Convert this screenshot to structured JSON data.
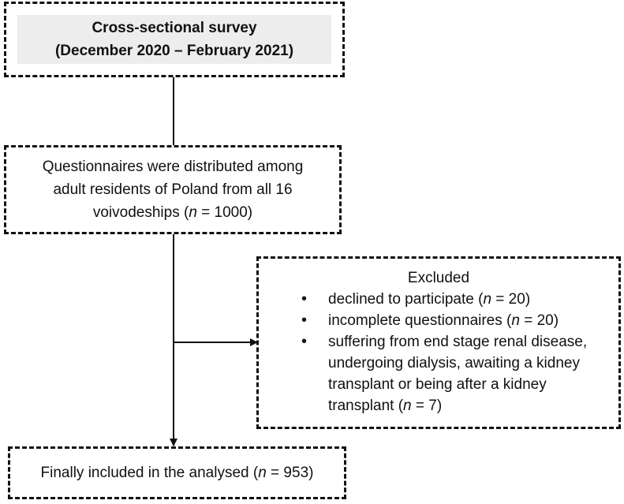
{
  "survey": {
    "title": "Cross-sectional survey",
    "period": "(December 2020 – February 2021)"
  },
  "distributed": {
    "lines": [
      "Questionnaires were distributed among",
      "adult residents of Poland from all 16"
    ],
    "line3_prefix": "voivodeships (",
    "n_var": "n",
    "line3_suffix": " = 1000)"
  },
  "excluded": {
    "heading": "Excluded",
    "items": [
      {
        "before": "declined to participate (",
        "n_var": "n",
        "after": " = 20)"
      },
      {
        "before": "incomplete questionnaires (",
        "n_var": "n",
        "after": " = 20)"
      },
      {
        "before": "suffering from end stage renal disease, undergoing dialysis, awaiting a kidney transplant or being after a kidney transplant (",
        "n_var": "n",
        "after": " = 7)"
      }
    ]
  },
  "final": {
    "prefix": "Finally included in the analysed (",
    "n_var": "n",
    "suffix": " = 953)"
  }
}
